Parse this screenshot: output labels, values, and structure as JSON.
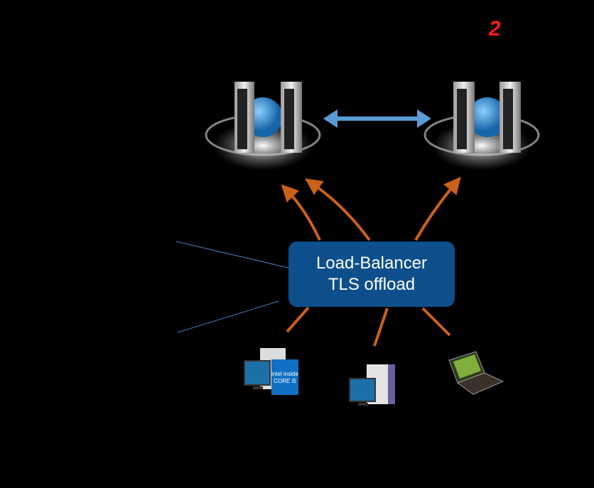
{
  "slide_number": "2",
  "load_balancer": {
    "line1": "Load-Balancer",
    "line2": "TLS offload",
    "color": "#0d4f8b"
  },
  "servers": [
    {
      "icon": "server-cloud-icon"
    },
    {
      "icon": "server-cloud-icon"
    }
  ],
  "clients": [
    {
      "icon": "desktop-pc-icon",
      "badge_text": "intel inside CORE i5"
    },
    {
      "icon": "desktop-pc-icon"
    },
    {
      "icon": "laptop-icon"
    }
  ],
  "colors": {
    "sync_arrow": "#5b9bd5",
    "traffic_arrows": "#c9611b",
    "accent_number": "#ff1a1a",
    "callout_lines": "#4a7fc1"
  }
}
